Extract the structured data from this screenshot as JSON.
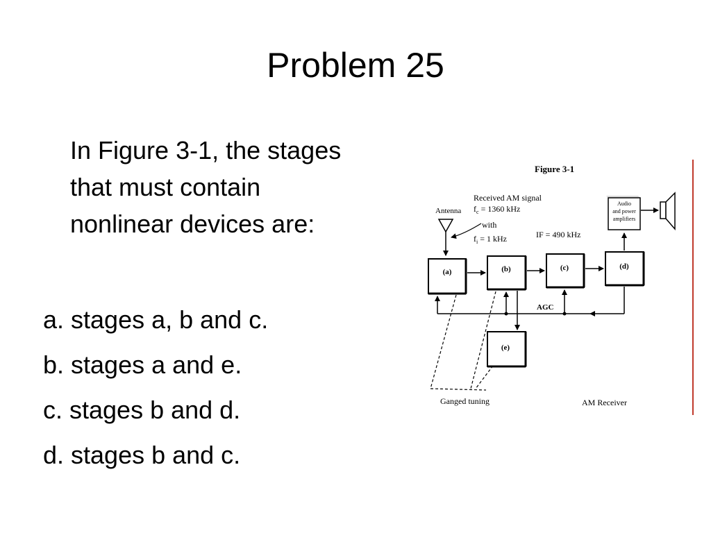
{
  "slide": {
    "title": "Problem 25",
    "question_lines": [
      "In Figure 3-1, the stages",
      "that must contain",
      "nonlinear devices are:"
    ],
    "options": [
      "a. stages a, b and c.",
      "b. stages a and e.",
      "c. stages b and d.",
      "d. stages b and c."
    ]
  },
  "figure": {
    "title": "Figure 3-1",
    "antenna_label": "Antenna",
    "received_lines": [
      "Received AM signal",
      "f",
      "c",
      " = 1360 kHz",
      "with",
      "f",
      "i",
      " = 1 kHz"
    ],
    "if_label": "IF = 490 kHz",
    "audio_lines": [
      "Audio",
      "and power",
      "amplifiers"
    ],
    "stage_a": "(a)",
    "stage_b": "(b)",
    "stage_c": "(c)",
    "stage_d": "(d)",
    "stage_e": "(e)",
    "agc_label": "AGC",
    "ganged_label": "Ganged tuning",
    "receiver_label": "AM Receiver"
  }
}
